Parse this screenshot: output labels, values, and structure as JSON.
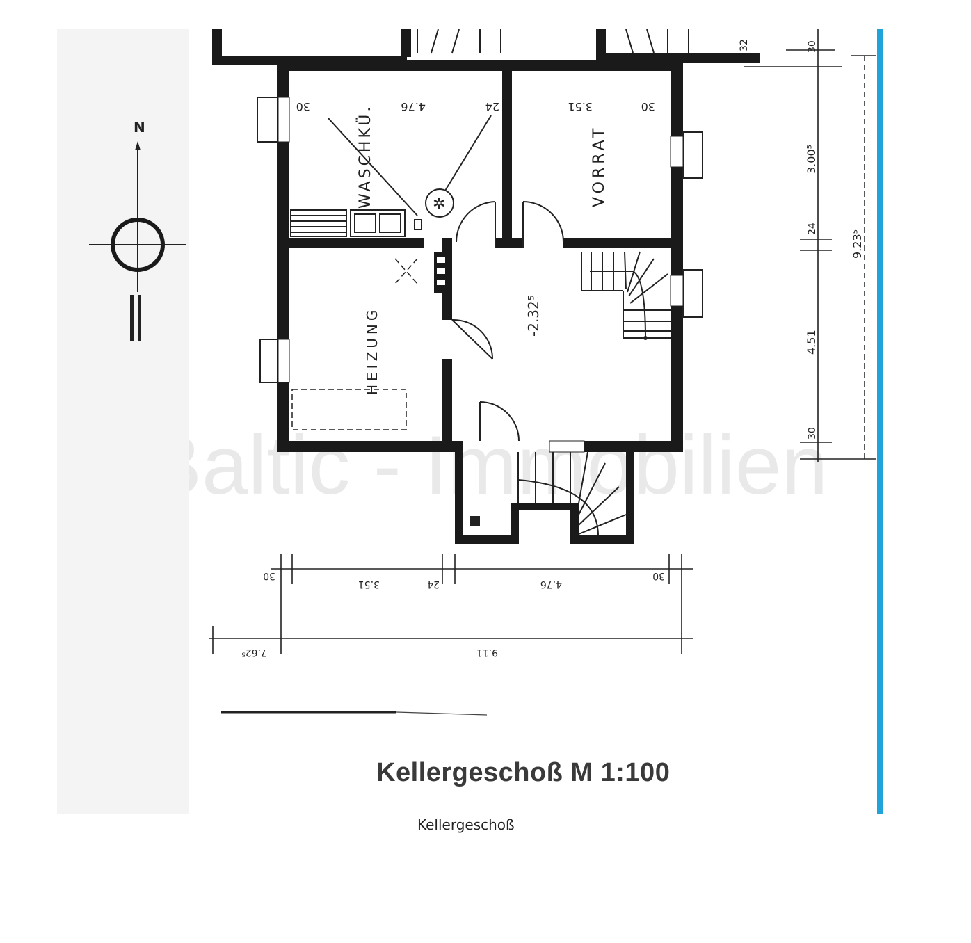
{
  "title": "Kellergeschoß M 1:100",
  "caption": "Kellergeschoß",
  "watermark": "Baltic - Immobilien",
  "compass": {
    "north_label": "N"
  },
  "rooms": {
    "waschkueche": "WASCHKÜ.",
    "vorrat": "VORRAT",
    "heizung": "HEIZUNG",
    "level": "-2.32⁵"
  },
  "dimensions": {
    "top_left_room": [
      "30",
      "4.76",
      "24"
    ],
    "top_right_room": [
      "3.51",
      "30"
    ],
    "right_side": [
      "32",
      "30",
      "3.00⁵",
      "24",
      "9.23⁵",
      "4.51",
      "30"
    ],
    "bottom_row": [
      "30",
      "3.51",
      "24",
      "4.76",
      "30"
    ],
    "bottom_total": [
      "7.62⁵",
      "9.11"
    ]
  },
  "colors": {
    "walls": "#1a1a1a",
    "accent_edge": "#1fa3d8"
  }
}
